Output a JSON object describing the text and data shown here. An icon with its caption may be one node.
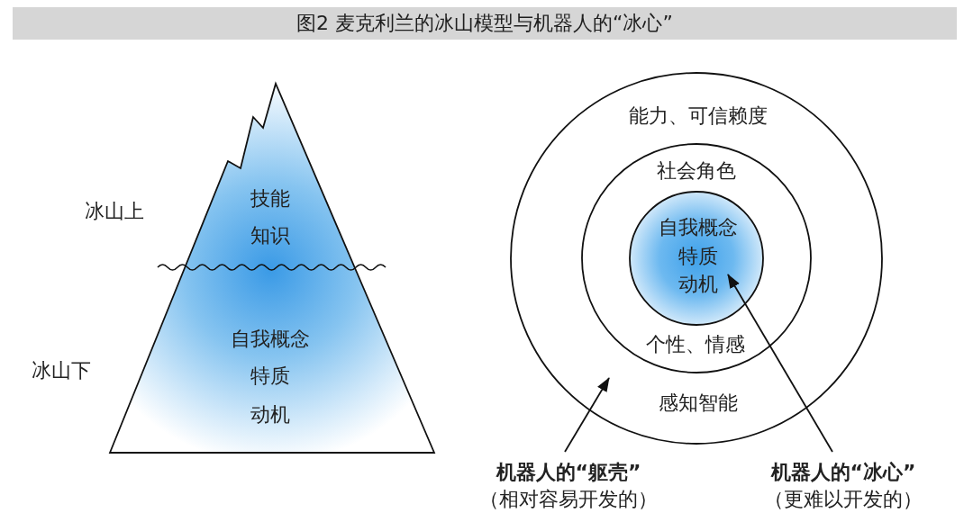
{
  "diagram": {
    "title": "图2 麦克利兰的冰山模型与机器人的“冰心”",
    "nodes": [
      {
        "text": [
          "技能",
          "知识"
        ],
        "beside": [
          "冰山上"
        ]
      },
      {
        "text": [
          "自我概念",
          "特质",
          "动机"
        ],
        "beside": [
          "冰山下"
        ]
      },
      {
        "text": [
          "能力、可信赖度",
          "感知智能"
        ]
      },
      {
        "text": [
          "社会角色",
          "个性、情感"
        ],
        "in": 2
      },
      {
        "text": [
          "自我概念",
          "特质",
          "动机"
        ],
        "in": 3
      },
      {
        "text": [
          "机器人的“躯壳”",
          "（相对容易开发的）"
        ]
      },
      {
        "text": [
          "机器人的“冰心”",
          "（更难以开发的）"
        ]
      }
    ],
    "edges": [
      {
        "from": 5,
        "to": 2,
        "arrow": "to"
      },
      {
        "from": 6,
        "to": 4,
        "arrow": "to"
      }
    ]
  }
}
